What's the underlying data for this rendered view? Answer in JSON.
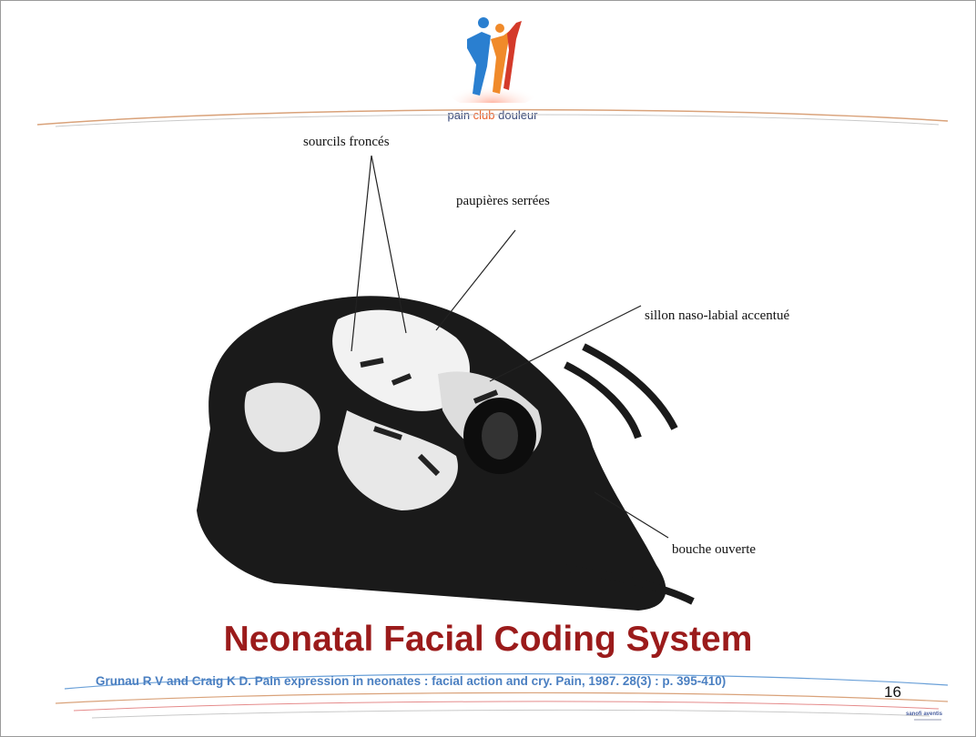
{
  "header": {
    "logo_prefix": "pain ",
    "logo_accent": "club",
    "logo_suffix": " douleur",
    "brand_colors": {
      "blue": "#2a7fd0",
      "orange": "#e8612c",
      "red": "#d43a2a"
    }
  },
  "illustration": {
    "image_description_icon": "neonatal-face-illustration",
    "labels": [
      {
        "text": "sourcils froncés"
      },
      {
        "text": "paupières serrées"
      },
      {
        "text": "sillon naso-labial accentué"
      },
      {
        "text": "bouche ouverte"
      }
    ]
  },
  "title": "Neonatal Facial Coding System",
  "citation": "Grunau R V and Craig K D. Pain expression in neonates : facial action and cry. Pain, 1987. 28(3) : p. 395-410)",
  "page_number": "16",
  "footer": {
    "sponsor": "sanofi aventis",
    "title_color": "#9b1b1b",
    "citation_color": "#4a7fc1"
  }
}
